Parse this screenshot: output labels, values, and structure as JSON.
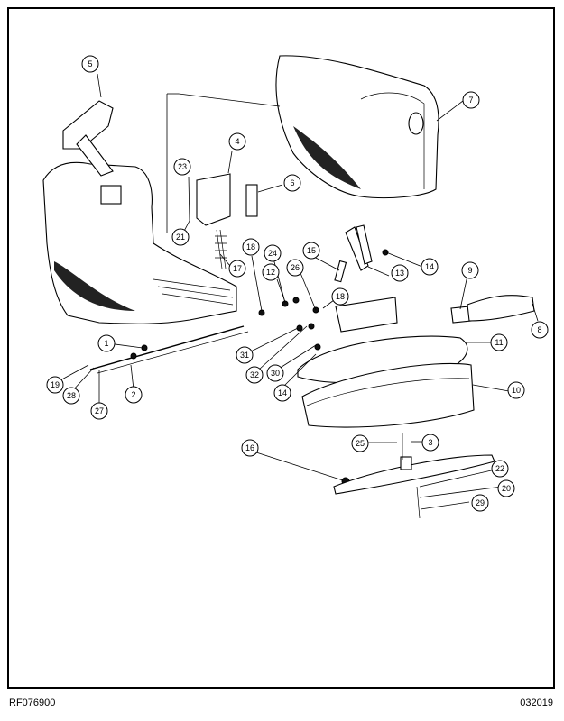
{
  "document": {
    "id": "RF076900",
    "date": "032019"
  },
  "callouts": [
    {
      "n": "1"
    },
    {
      "n": "2"
    },
    {
      "n": "3"
    },
    {
      "n": "4"
    },
    {
      "n": "5"
    },
    {
      "n": "6"
    },
    {
      "n": "7"
    },
    {
      "n": "8"
    },
    {
      "n": "9"
    },
    {
      "n": "10"
    },
    {
      "n": "11"
    },
    {
      "n": "12"
    },
    {
      "n": "13"
    },
    {
      "n": "14"
    },
    {
      "n": "14"
    },
    {
      "n": "15"
    },
    {
      "n": "16"
    },
    {
      "n": "17"
    },
    {
      "n": "18"
    },
    {
      "n": "18"
    },
    {
      "n": "19"
    },
    {
      "n": "20"
    },
    {
      "n": "21"
    },
    {
      "n": "22"
    },
    {
      "n": "23"
    },
    {
      "n": "24"
    },
    {
      "n": "25"
    },
    {
      "n": "26"
    },
    {
      "n": "27"
    },
    {
      "n": "28"
    },
    {
      "n": "29"
    },
    {
      "n": "30"
    },
    {
      "n": "31"
    },
    {
      "n": "32"
    }
  ]
}
